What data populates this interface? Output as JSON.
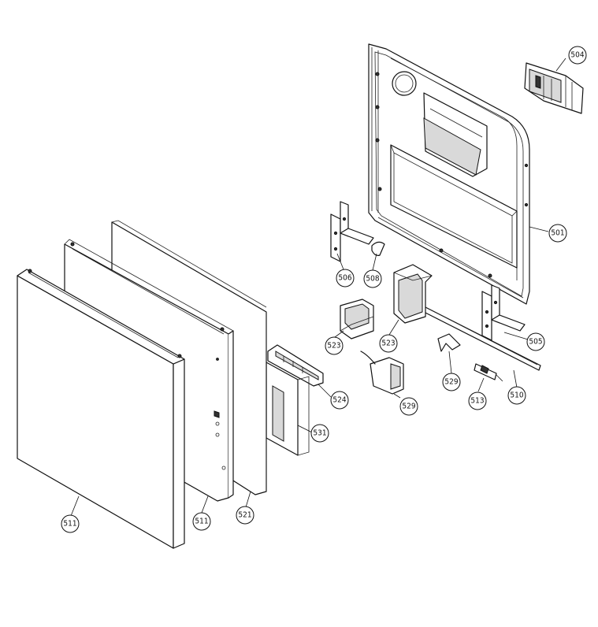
{
  "labels": {
    "l501": "501",
    "l504": "504",
    "l505": "505",
    "l506": "506",
    "l508": "508",
    "l510": "510",
    "l511a": "511",
    "l511b": "511",
    "l513": "513",
    "l521": "521",
    "l523a": "523",
    "l523b": "523",
    "l524": "524",
    "l529a": "529",
    "l529b": "529",
    "l531": "531"
  }
}
